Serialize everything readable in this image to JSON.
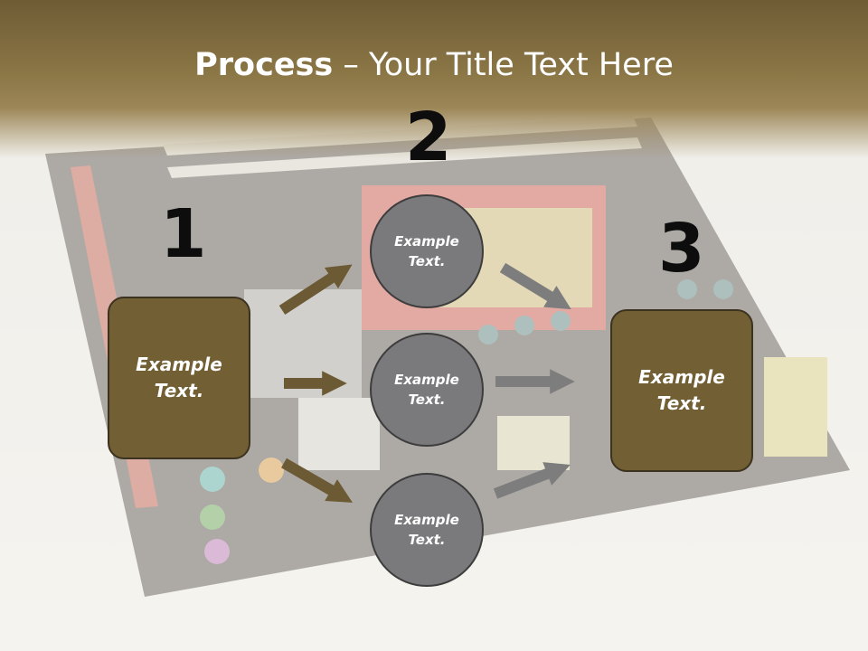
{
  "title": {
    "bold": "Process",
    "rest": " – Your Title Text Here"
  },
  "steps": [
    "1",
    "2",
    "3"
  ],
  "boxes": {
    "left": "Example Text.",
    "right": "Example Text."
  },
  "circles": [
    "Example Text.",
    "Example Text.",
    "Example Text."
  ],
  "colors": {
    "header": "#8a7545",
    "box_fill": "#725f34",
    "circle_fill": "#7a7a7c",
    "arrow_brown": "#6b5a33",
    "arrow_gray": "#7d7d7d"
  }
}
